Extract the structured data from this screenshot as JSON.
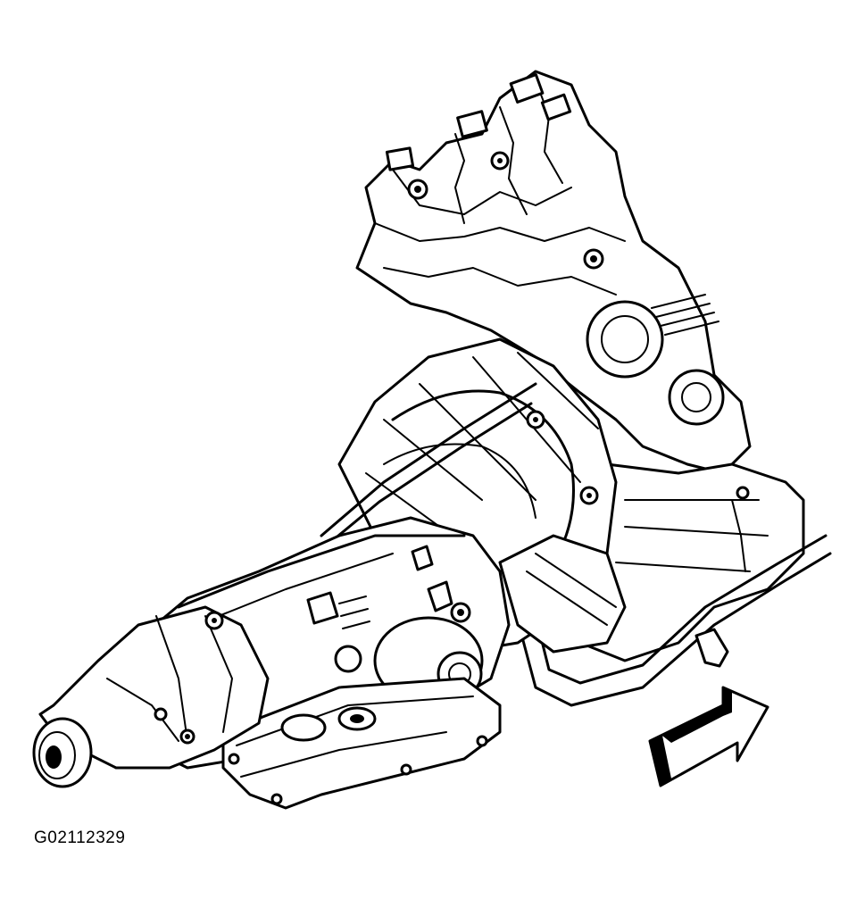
{
  "figure": {
    "code": "G02112329",
    "subject": "transmission-assembly-illustration",
    "arrow_direction": "forward",
    "colors": {
      "line": "#000000",
      "background": "#ffffff"
    }
  }
}
